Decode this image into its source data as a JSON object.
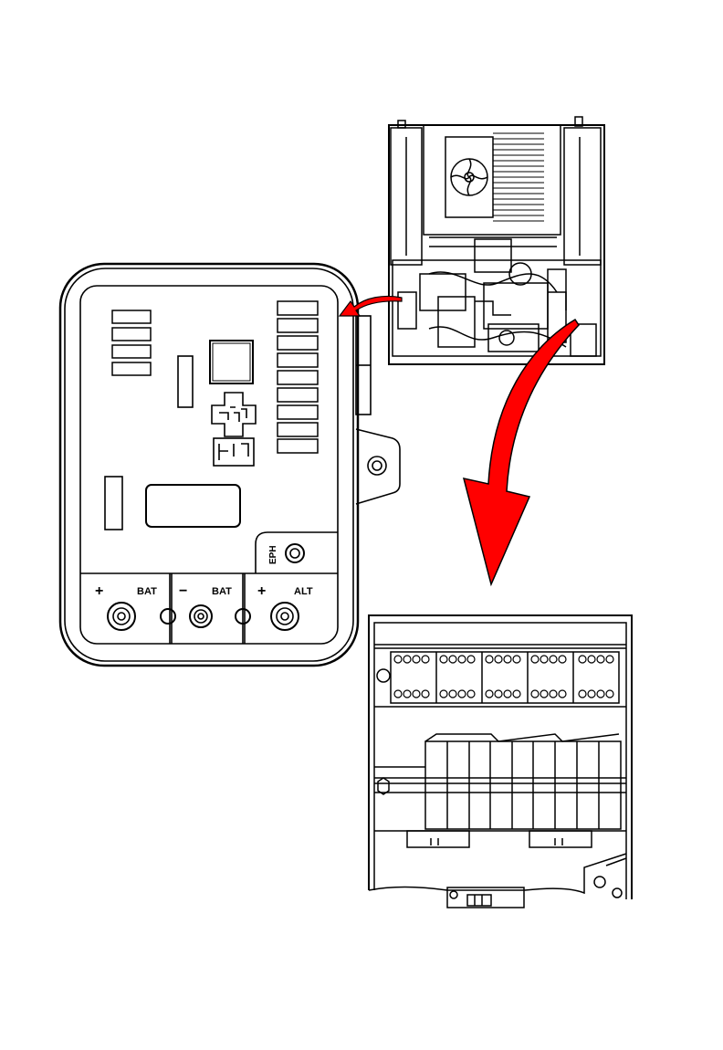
{
  "labels": {
    "bat_pos_sign": "+",
    "bat_pos": "BAT",
    "bat_neg_sign": "−",
    "bat_neg": "BAT",
    "alt_sign": "+",
    "alt": "ALT",
    "eph": "EPH"
  },
  "colors": {
    "arrow": "#ff0000",
    "line": "#000000",
    "background": "#ffffff"
  }
}
